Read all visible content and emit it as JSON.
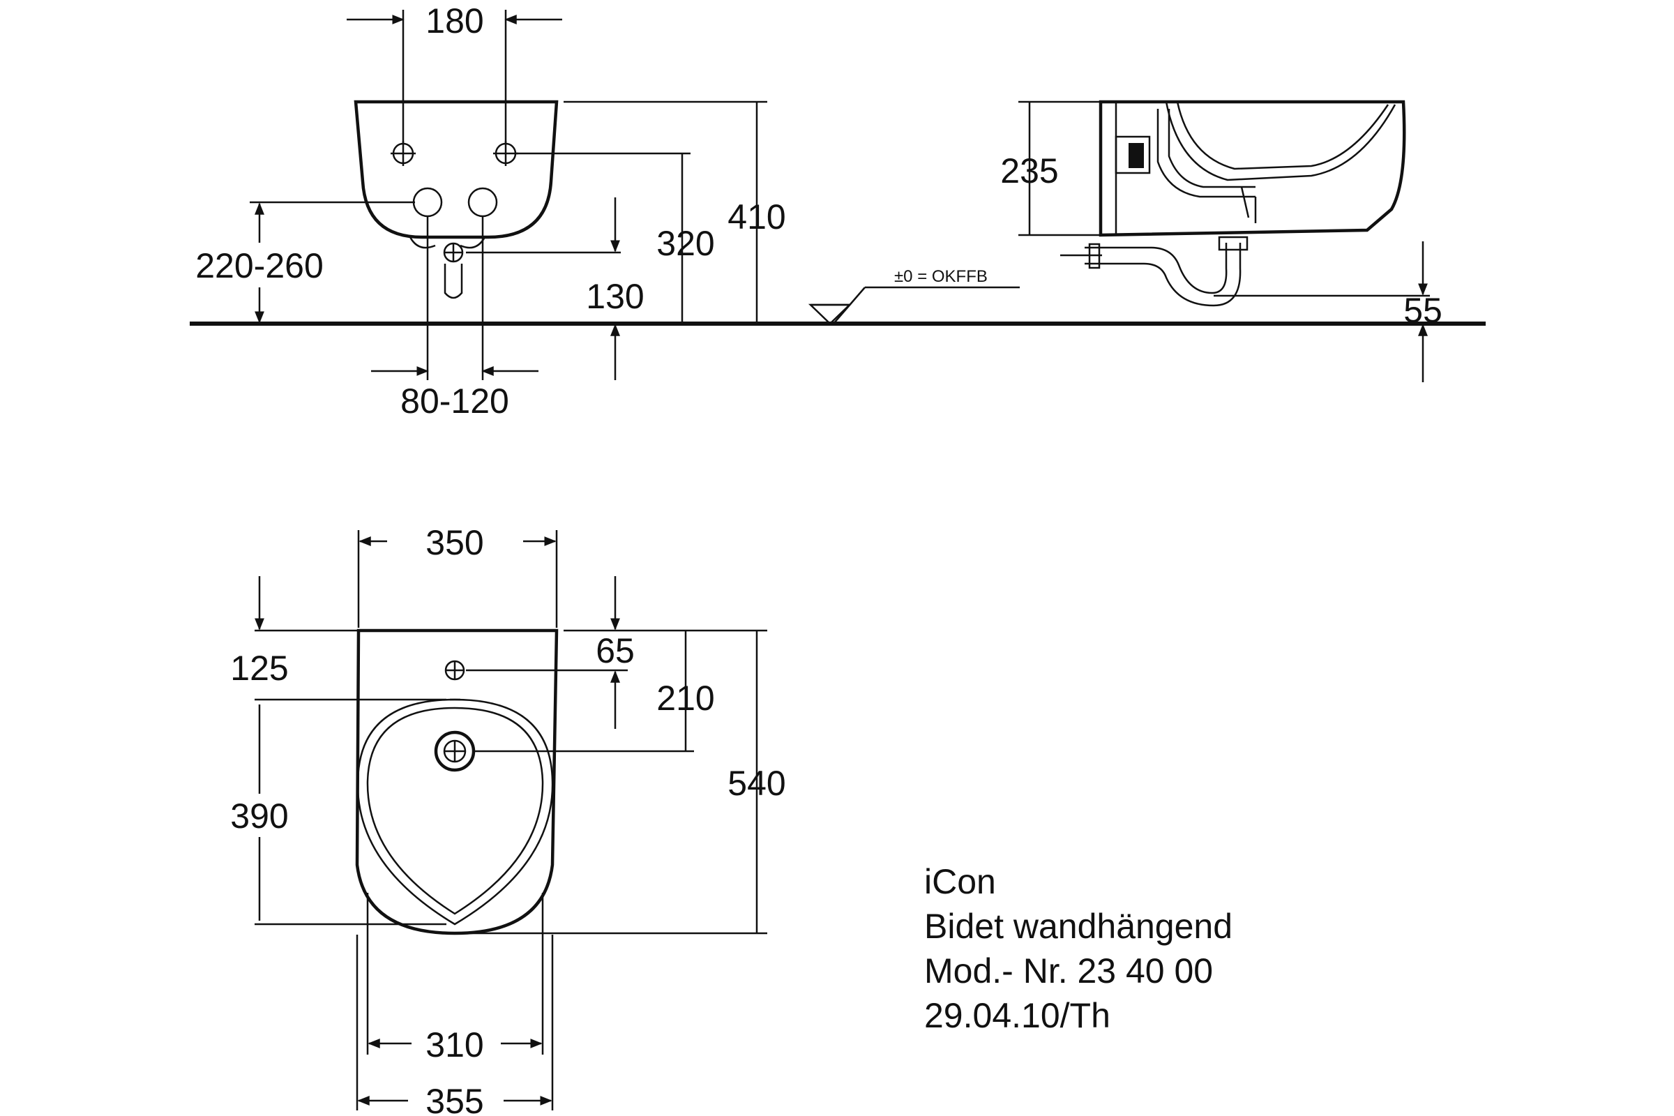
{
  "front_view": {
    "dim_tap_spacing": "180",
    "dim_height": "410",
    "dim_supply_height": "320",
    "dim_drain_height": "220-260",
    "dim_waste_height": "130",
    "dim_waste_spacing": "80-120"
  },
  "side_view": {
    "dim_depth": "235",
    "floor_reference": "±0 = OKFFB",
    "dim_floor_offset": "55"
  },
  "top_view": {
    "dim_width_top": "350",
    "dim_tap_offset": "125",
    "dim_tap_edge": "65",
    "dim_tap_to_drain": "210",
    "dim_bowl_length": "390",
    "dim_total_length": "540",
    "dim_inner_width": "310",
    "dim_width_bottom": "355"
  },
  "title_block": {
    "product": "iCon",
    "description": "Bidet wandhängend",
    "model": "Mod.- Nr. 23 40 00",
    "date": "29.04.10/Th"
  }
}
